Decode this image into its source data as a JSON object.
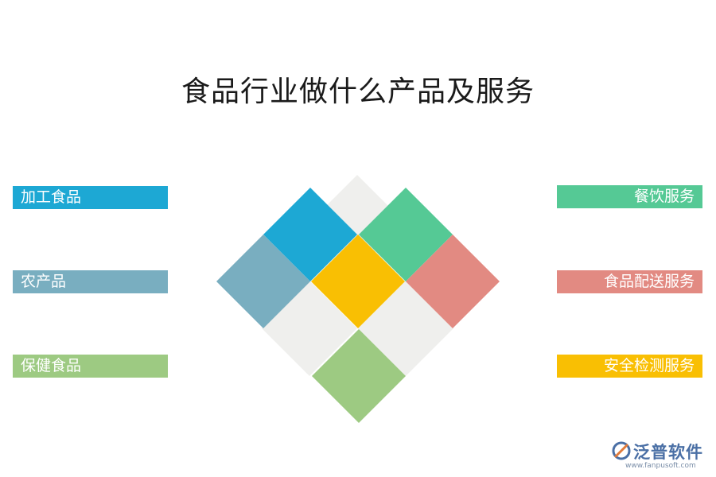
{
  "title": "食品行业做什么产品及服务",
  "left_items": [
    {
      "label": "加工食品",
      "color": "#1da8d4"
    },
    {
      "label": "农产品",
      "color": "#79aec0"
    },
    {
      "label": "保健食品",
      "color": "#9dca82"
    }
  ],
  "right_items": [
    {
      "label": "餐饮服务",
      "color": "#55c995"
    },
    {
      "label": "食品配送服务",
      "color": "#e28a82"
    },
    {
      "label": "安全检测服务",
      "color": "#f9bf03"
    }
  ],
  "diamond_colors": {
    "top_left": "#1da8d4",
    "top_right": "#55c995",
    "mid_left": "#79aec0",
    "center": "#f9bf03",
    "mid_right": "#e28a82",
    "bottom": "#9dca82",
    "filler": "#efefed"
  },
  "logo": {
    "name": "泛普软件",
    "url": "www.fanpusoft.com",
    "color": "#4a6fa5"
  }
}
